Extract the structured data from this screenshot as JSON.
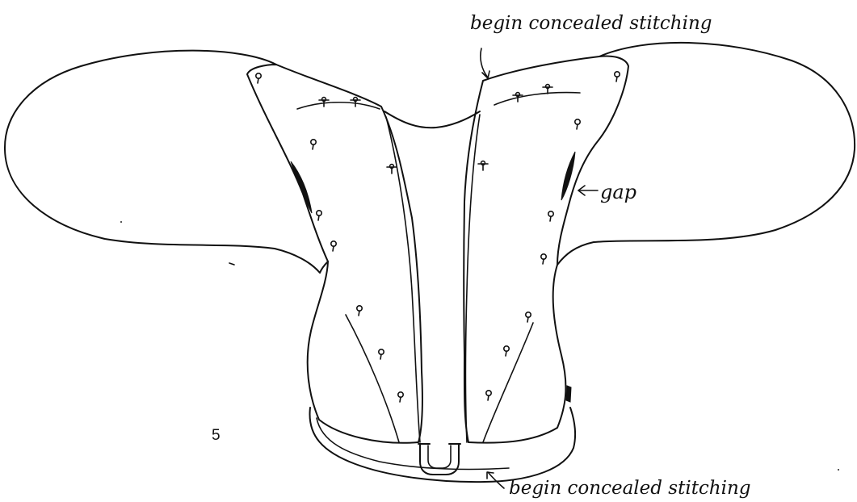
{
  "annotations": {
    "top_label": "begin concealed stitching",
    "gap_label": "gap",
    "bottom_label": "begin concealed stitching"
  },
  "page_number": "5"
}
